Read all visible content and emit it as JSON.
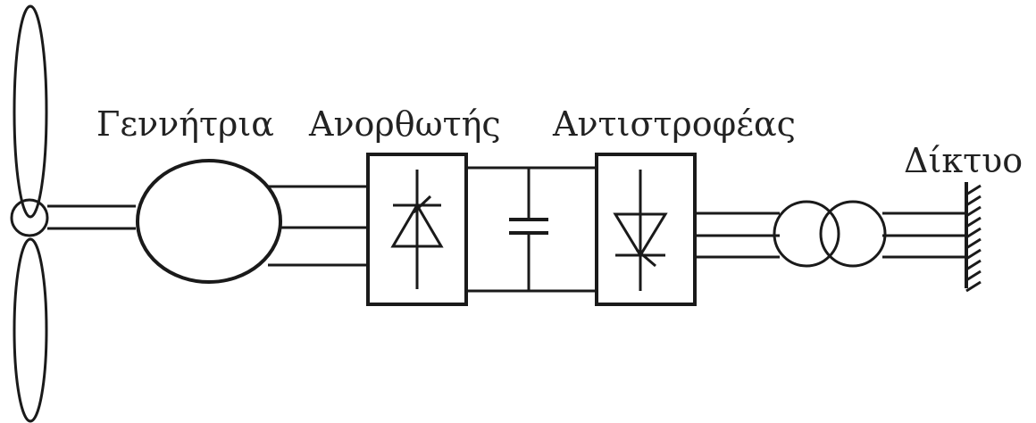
{
  "labels": {
    "generator": "Γεννήτρια",
    "rectifier": "Ανορθωτής",
    "inverter": "Αντιστροφέας",
    "grid": "Δίκτυο"
  },
  "colors": {
    "stroke": "#1a1a1a",
    "text": "#222222",
    "background": "#ffffff"
  }
}
